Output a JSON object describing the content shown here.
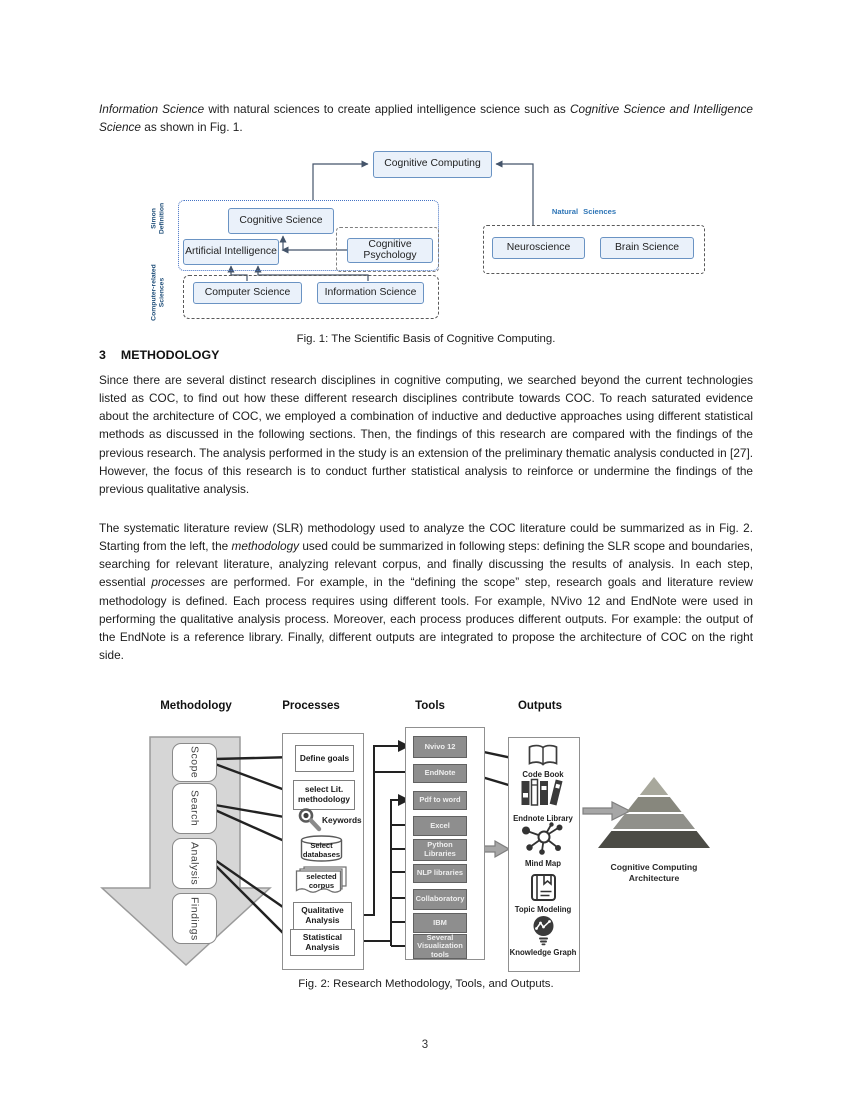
{
  "intro": {
    "segments": [
      {
        "t": "Information Science",
        "i": true
      },
      {
        "t": " with natural sciences to create applied intelligence science such as ",
        "i": false
      },
      {
        "t": "Cognitive Science and Intelligence Science",
        "i": true
      },
      {
        "t": " as shown in Fig. 1.",
        "i": false
      }
    ]
  },
  "fig1": {
    "caption": "Fig. 1: The Scientific Basis of Cognitive Computing.",
    "cognitive_computing": "Cognitive Computing",
    "cognitive_science": "Cognitive Science",
    "artificial_intelligence": "Artificial Intelligence",
    "cognitive_psychology": "Cognitive Psychology",
    "neuroscience": "Neuroscience",
    "brain_science": "Brain Science",
    "computer_science": "Computer Science",
    "information_science": "Information Science",
    "simon_label": "Simon Definition",
    "natural_label": "Natural Sciences",
    "computer_label": "Computer-related Sciences"
  },
  "section": {
    "number": "3",
    "title": "METHODOLOGY"
  },
  "para1": "Since there are several distinct research disciplines in cognitive computing, we searched beyond the current technologies listed as COC, to find out how these different research disciplines contribute towards COC. To reach saturated evidence about the architecture of COC, we employed a combination of inductive and deductive approaches using different statistical methods as discussed in the following sections. Then, the findings of this research are compared with the findings of the previous research. The analysis performed in the study is an extension of the preliminary thematic analysis conducted in [27]. However, the focus of this research is to conduct further statistical analysis to reinforce or undermine the findings of the previous qualitative analysis.",
  "para2": {
    "segments": [
      {
        "t": "The systematic literature review (SLR) methodology used to analyze the COC literature could be summarized as in Fig. 2. Starting from the left, the ",
        "i": false
      },
      {
        "t": "methodology",
        "i": true
      },
      {
        "t": " used could be summarized in following steps: defining the SLR scope and boundaries, searching for relevant literature, analyzing relevant corpus, and finally discussing the results of analysis. In each step, essential ",
        "i": false
      },
      {
        "t": "processes",
        "i": true
      },
      {
        "t": " are performed. For example, in the “defining the scope” step, research goals and literature review methodology is defined. Each process requires using different tools. For example, NVivo 12 and EndNote were used in performing the qualitative analysis process. Moreover, each process produces different outputs. For example: the output of the EndNote is a reference library. Finally, different outputs are integrated to propose the architecture of COC on the right side.",
        "i": false
      }
    ]
  },
  "fig2": {
    "caption": "Fig. 2: Research Methodology, Tools, and Outputs.",
    "headers": [
      "Methodology",
      "Processes",
      "Tools",
      "Outputs"
    ],
    "steps": [
      "Scope",
      "Search",
      "Analysis",
      "Findings"
    ],
    "processes": {
      "define_goals": "Define goals",
      "select_lit": "select Lit. methodology",
      "keywords": "Keywords",
      "select_databases": "Select databases",
      "selected_corpus": "selected corpus",
      "qualitative": "Qualitative Analysis",
      "statistical": "Statistical Analysis"
    },
    "tools": [
      "Nvivo 12",
      "EndNote",
      "Pdf to word",
      "Excel",
      "Python Libraries",
      "NLP libraries",
      "Collaboratory",
      "IBM",
      "Several Visualization tools"
    ],
    "outputs": [
      "Code Book",
      "Endnote Library",
      "Mind Map",
      "Topic Modeling",
      "Knowledge Graph"
    ],
    "architecture_label": "Cognitive Computing Architecture",
    "colors": {
      "tool_box": "#8e8e8e",
      "blue_border": "#6a93c3",
      "blue_label": "#2e75b6",
      "pyramid": [
        "#a8a89c",
        "#87877d",
        "#90908a",
        "#4b4b45"
      ]
    }
  },
  "page_number": "3"
}
